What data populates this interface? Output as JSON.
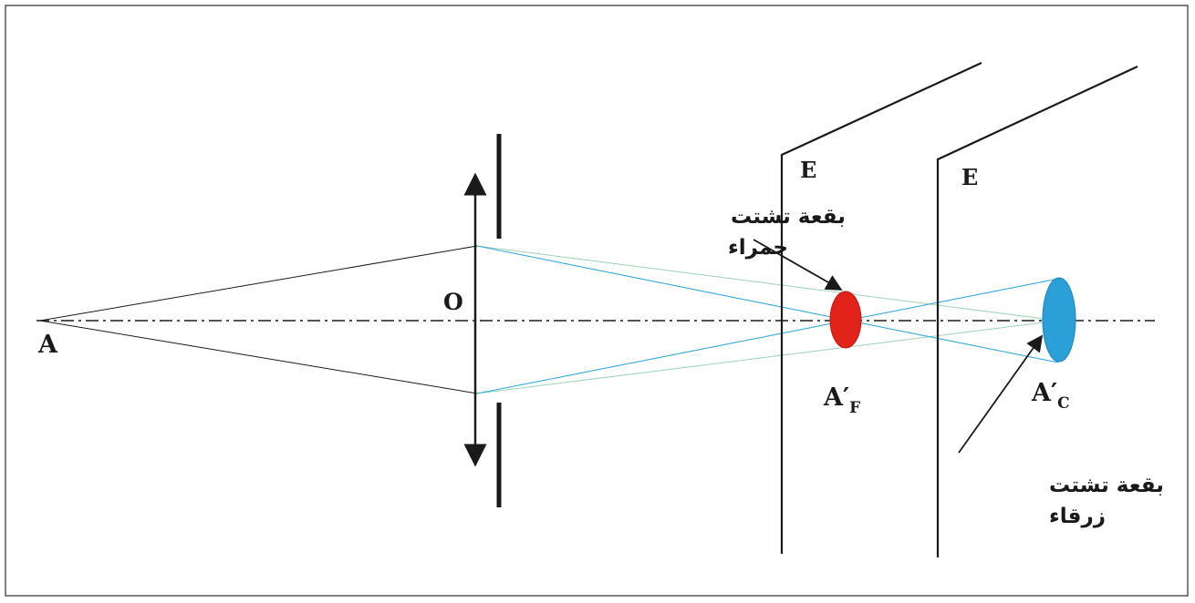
{
  "labels": {
    "point_a": "A",
    "lens_center": "O",
    "screen_1": "E",
    "screen_2": "E",
    "image_f_main": "A′",
    "image_f_sub": "F",
    "image_c_main": "A′",
    "image_c_sub": "C"
  },
  "annotations": {
    "red_spot_line1": "بقعة تشتت",
    "red_spot_line2": "حمراء",
    "blue_spot_line1": "بقعة تشتت",
    "blue_spot_line2": "زرقاء"
  },
  "colors": {
    "red_spot": "#e2231a",
    "blue_spot": "#2a9fd8",
    "blue_ray": "#3aa6d8",
    "green_ray": "#9ed3b8",
    "line": "#1a1a1a"
  }
}
